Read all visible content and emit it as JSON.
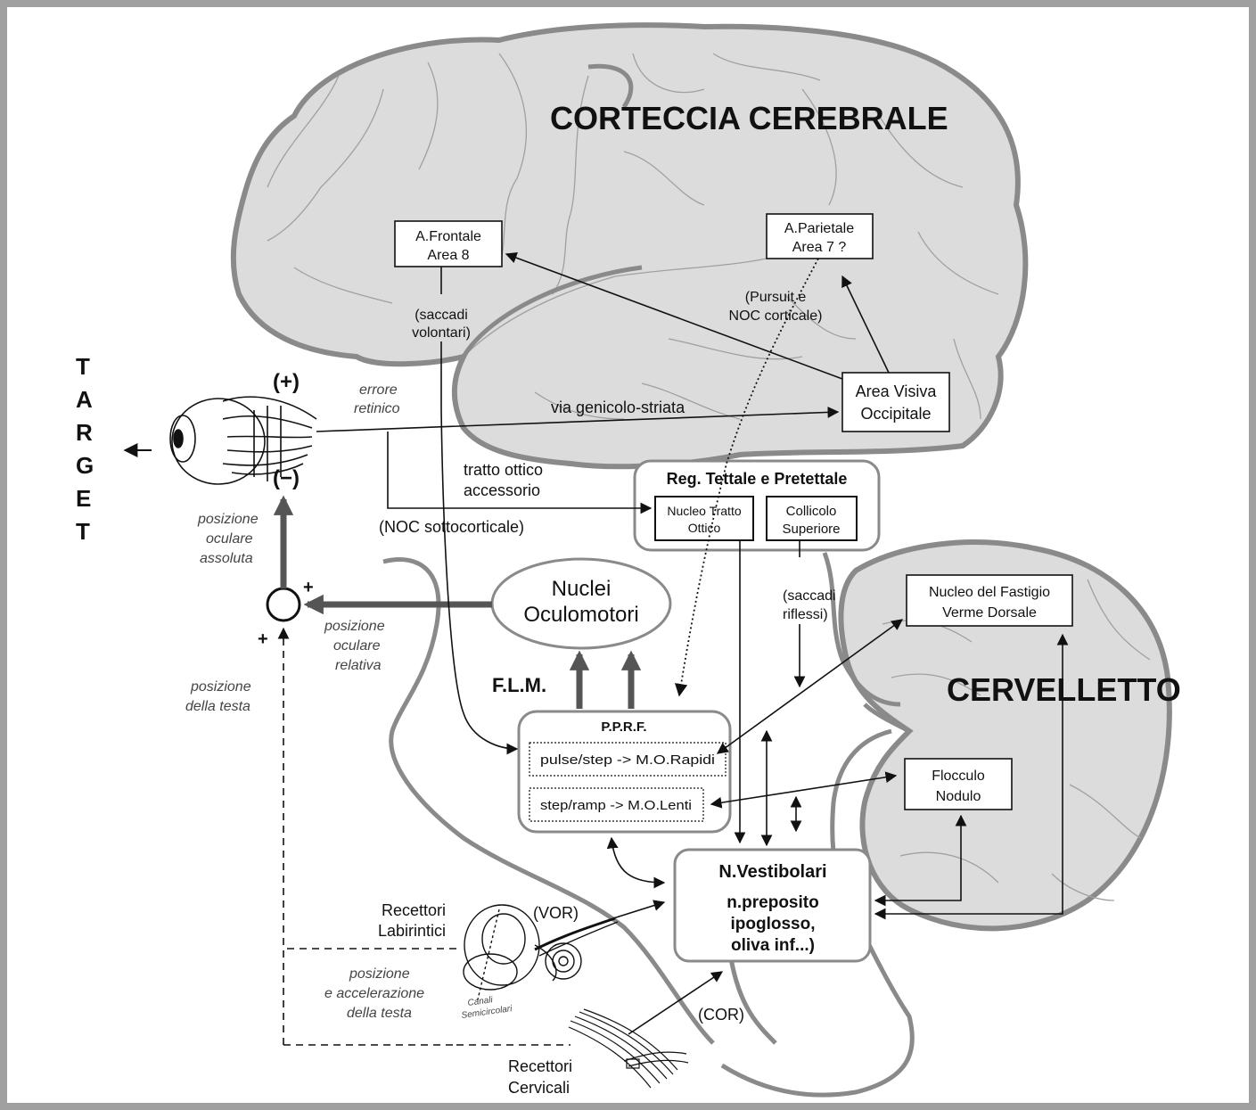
{
  "titles": {
    "cortex": "CORTECCIA CEREBRALE",
    "cerebellum": "CERVELLETTO",
    "target": [
      "T",
      "A",
      "R",
      "G",
      "E",
      "T"
    ]
  },
  "boxes": {
    "frontal": [
      "A.Frontale",
      "Area 8"
    ],
    "parietal": [
      "A.Parietale",
      "Area 7 ?"
    ],
    "visual": [
      "Area Visiva",
      "Occipitale"
    ],
    "tectal_title": "Reg. Tettale e Pretettale",
    "not": [
      "Nucleo Tratto",
      "Ottico"
    ],
    "sc": [
      "Collicolo",
      "Superiore"
    ],
    "fastigial": [
      "Nucleo del Fastigio",
      "Verme Dorsale"
    ],
    "flocculus": [
      "Flocculo",
      "Nodulo"
    ],
    "oculomotor": [
      "Nuclei",
      "Oculomotori"
    ],
    "pprf_title": "P.P.R.F.",
    "pprf_fast": "pulse/step -> M.O.Rapidi",
    "pprf_slow": "step/ramp -> M.O.Lenti",
    "vestibular_title": "N.Vestibolari",
    "vestibular_body": [
      "n.preposito",
      "ipoglosso,",
      "oliva inf...)"
    ]
  },
  "labels": {
    "voluntary_saccades": [
      "(saccadi",
      "volontari)"
    ],
    "pursuit": [
      "(Pursuit e",
      "NOC corticale)"
    ],
    "geniculo": "via genicolo-striata",
    "accessory_tract": [
      "tratto ottico",
      "accessorio"
    ],
    "noc_sub": "(NOC sottocorticale)",
    "reflex_saccades": [
      "(saccadi",
      "riflessi)"
    ],
    "flm": "F.L.M.",
    "vor": "(VOR)",
    "cor": "(COR)",
    "lab_receptors": [
      "Recettori",
      "Labirintici"
    ],
    "cerv_receptors": [
      "Recettori",
      "Cervicali"
    ],
    "canals": [
      "Canali",
      "Semicircolari"
    ],
    "plus": "+",
    "plus_paren": "(+)",
    "minus_paren": "(−)"
  },
  "italic_labels": {
    "retinal_error": [
      "errore",
      "retinico"
    ],
    "abs_position": [
      "posizione",
      "oculare",
      "assoluta"
    ],
    "rel_position": [
      "posizione",
      "oculare",
      "relativa"
    ],
    "head_position": [
      "posizione",
      "della testa"
    ],
    "head_accel": [
      "posizione",
      "e accelerazione",
      "della testa"
    ]
  },
  "colors": {
    "brain_fill": "#dcdcdc",
    "brain_outline": "#8a8a8a",
    "frame": "#a0a0a0",
    "ink": "#111111"
  }
}
